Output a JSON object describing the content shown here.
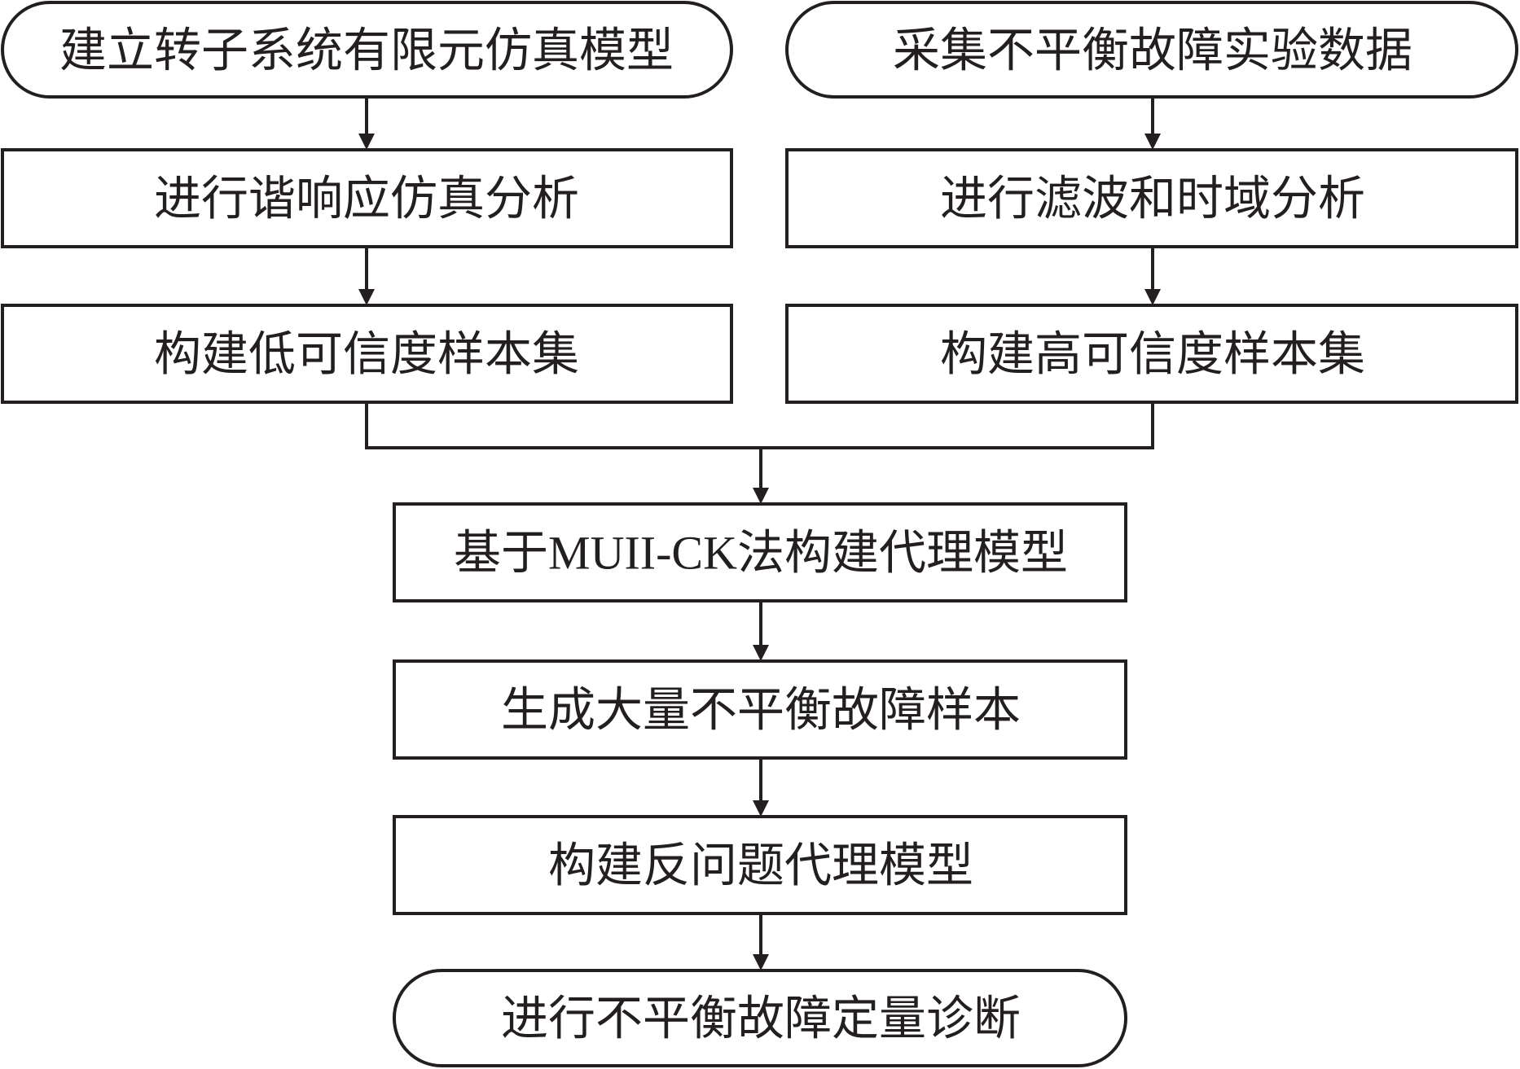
{
  "diagram": {
    "nodes": [
      {
        "id": "fe_model",
        "shape": "terminal",
        "label": "建立转子系统有限元仿真模型"
      },
      {
        "id": "exp_data",
        "shape": "terminal",
        "label": "采集不平衡故障实验数据"
      },
      {
        "id": "harmonic",
        "shape": "process",
        "label": "进行谐响应仿真分析"
      },
      {
        "id": "filter",
        "shape": "process",
        "label": "进行滤波和时域分析"
      },
      {
        "id": "low_fid",
        "shape": "process",
        "label": "构建低可信度样本集"
      },
      {
        "id": "high_fid",
        "shape": "process",
        "label": "构建高可信度样本集"
      },
      {
        "id": "surrogate",
        "shape": "process",
        "label": "基于MUII-CK法构建代理模型"
      },
      {
        "id": "samples",
        "shape": "process",
        "label": "生成大量不平衡故障样本"
      },
      {
        "id": "inverse",
        "shape": "process",
        "label": "构建反问题代理模型"
      },
      {
        "id": "diagnosis",
        "shape": "terminal",
        "label": "进行不平衡故障定量诊断"
      }
    ],
    "edges": [
      [
        "fe_model",
        "harmonic"
      ],
      [
        "harmonic",
        "low_fid"
      ],
      [
        "exp_data",
        "filter"
      ],
      [
        "filter",
        "high_fid"
      ],
      [
        "low_fid",
        "surrogate"
      ],
      [
        "high_fid",
        "surrogate"
      ],
      [
        "surrogate",
        "samples"
      ],
      [
        "samples",
        "inverse"
      ],
      [
        "inverse",
        "diagnosis"
      ]
    ]
  }
}
